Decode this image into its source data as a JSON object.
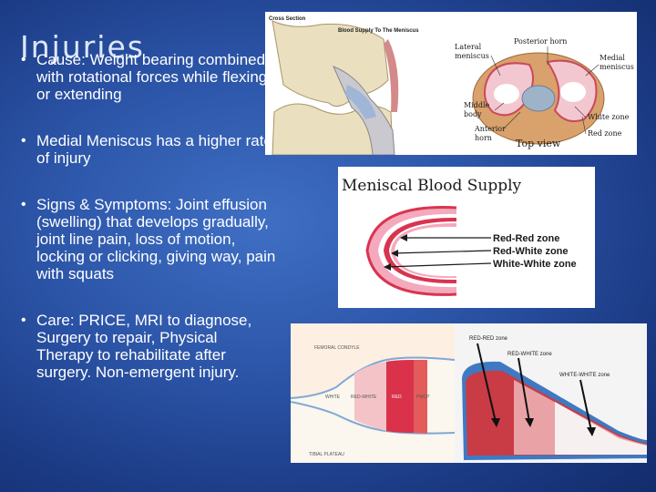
{
  "slide": {
    "title": "Injuries",
    "bullets": [
      "Cause: Weight bearing combined with rotational forces while flexing or extending",
      "Medial Meniscus has a higher rate of injury",
      "Signs & Symptoms: Joint effusion (swelling) that develops gradually, joint line pain, loss of motion, locking or clicking, giving way, pain with squats",
      "Care: PRICE, MRI to diagnose, Surgery to repair, Physical Therapy to rehabilitate after surgery. Non-emergent injury."
    ]
  },
  "figure_cross_section": {
    "header_cross": "Cross Section",
    "header_supply": "Blood Supply To The Meniscus",
    "labels": {
      "posterior_horn": "Posterior horn",
      "lateral": "Lateral",
      "meniscus_left": "meniscus",
      "medial": "Medial",
      "meniscus_right": "meniscus",
      "middle": "Middle",
      "body": "body",
      "anterior": "Anterior",
      "horn": "horn",
      "white_zone": "White zone",
      "red_zone": "Red zone",
      "top_view": "Top view"
    }
  },
  "figure_supply": {
    "title": "Meniscal Blood Supply",
    "zones": [
      "Red-Red zone",
      "Red-White zone",
      "White-White zone"
    ]
  },
  "figure_zones": {
    "left": {
      "femoral": "FEMORAL CONDYLE",
      "tibial": "TIBIAL PLATEAU",
      "columns": [
        "WHITE",
        "RED-WHITE",
        "RED",
        "PMCP"
      ]
    },
    "right": {
      "red_red": "RED-RED zone",
      "red_white": "RED-WHITE zone",
      "white_white": "WHITE-WHITE zone"
    }
  },
  "colors": {
    "background": "#2c55a8",
    "title": "#dde7f7",
    "text": "#ffffff",
    "red_zone": "#c92a3a",
    "pink_zone": "#f2a8b8"
  }
}
